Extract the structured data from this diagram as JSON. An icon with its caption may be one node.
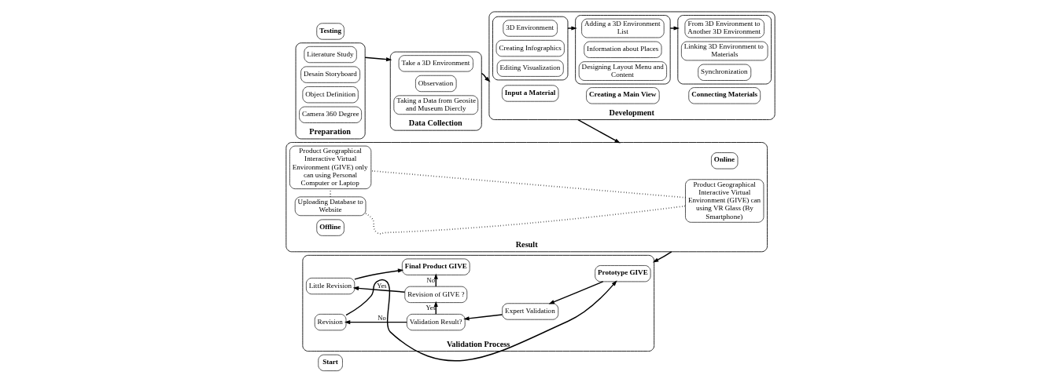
{
  "diagram": {
    "nodes": [
      {
        "text": [
          "Start"
        ]
      },
      {
        "text": [
          "Preparation"
        ]
      },
      {
        "text": [
          "Literature Study"
        ],
        "in": 1
      },
      {
        "text": [
          "Desain Storyboard"
        ],
        "in": 1
      },
      {
        "text": [
          "Object Definition"
        ],
        "in": 1
      },
      {
        "text": [
          "Camera 360 Degree"
        ],
        "in": 1
      },
      {
        "text": [
          "Data Collection"
        ]
      },
      {
        "text": [
          "Take a 3D Environment"
        ],
        "in": 6
      },
      {
        "text": [
          "Observation"
        ],
        "in": 6
      },
      {
        "text": [
          "Taking a Data from Geosite and Museum Diercly"
        ],
        "in": 6
      },
      {
        "text": [
          "Development"
        ]
      },
      {
        "text": [
          "Input a Material"
        ],
        "in": 10
      },
      {
        "text": [],
        "shape": "box",
        "in": 10
      },
      {
        "text": [
          "3D Environment"
        ],
        "in": 12
      },
      {
        "text": [
          "Creating Infographics"
        ],
        "in": 12
      },
      {
        "text": [
          "Editing Visualization"
        ],
        "in": 12
      },
      {
        "text": [
          "Creating a Main View"
        ],
        "in": 10
      },
      {
        "text": [],
        "shape": "box",
        "in": 10
      },
      {
        "text": [
          "Adding a 3D Environment List"
        ],
        "in": 17
      },
      {
        "text": [
          "Information about Places"
        ],
        "in": 17
      },
      {
        "text": [
          "Designing Layout Menu and Content"
        ],
        "in": 17
      },
      {
        "text": [
          "Connecting Materials"
        ],
        "in": 10
      },
      {
        "text": [],
        "shape": "box",
        "in": 10
      },
      {
        "text": [
          "From 3D Environment to Another 3D Environment"
        ],
        "in": 22
      },
      {
        "text": [
          "Linking 3D Environment to Materials"
        ],
        "in": 22
      },
      {
        "text": [
          "Synchronization"
        ],
        "in": 22
      },
      {
        "text": [
          "Testing"
        ]
      },
      {
        "text": [
          "Result"
        ]
      },
      {
        "text": [
          "Product Geographical Interactive Virtual Environment (GIVE) can using VR Glass (By Smartphone)"
        ],
        "in": 27
      },
      {
        "text": [
          "Product Geographical Interactive Virtual Environment (GIVE) only can using Personal Computer or Laptop"
        ],
        "in": 27
      },
      {
        "text": [
          "Online"
        ],
        "in": 27
      },
      {
        "text": [
          "Uploading Database to Website"
        ],
        "in": 27
      },
      {
        "text": [
          "Offline"
        ],
        "in": 27
      },
      {
        "text": [
          "Validation Process"
        ]
      },
      {
        "text": [
          "Prototype GIVE"
        ],
        "in": 33
      },
      {
        "text": [
          "Expert Validation"
        ],
        "in": 33
      },
      {
        "text": [
          "Validation Result?"
        ],
        "in": 33
      },
      {
        "text": [
          "Revision"
        ],
        "in": 33
      },
      {
        "text": [
          "Revision of GIVE ?"
        ],
        "in": 33
      },
      {
        "text": [
          "Little Revision"
        ],
        "in": 33
      },
      {
        "text": [
          "Final Product GIVE"
        ],
        "in": 33
      }
    ],
    "edges": [
      {
        "from": 1,
        "to": 6,
        "arrow": "to"
      },
      {
        "from": 6,
        "to": 10,
        "arrow": "to"
      },
      {
        "from": 12,
        "to": 17,
        "arrow": "to"
      },
      {
        "from": 17,
        "to": 22,
        "arrow": "to"
      },
      {
        "from": 10,
        "to": 27,
        "arrow": "to"
      },
      {
        "from": 28,
        "to": 29,
        "arrow": "none",
        "style": "dashed"
      },
      {
        "from": 31,
        "to": 28,
        "arrow": "none",
        "style": "dashed"
      },
      {
        "from": 31,
        "to": 29,
        "arrow": "none",
        "style": "dashed"
      },
      {
        "from": 27,
        "to": 33,
        "arrow": "to"
      },
      {
        "from": 34,
        "to": 35,
        "arrow": "to"
      },
      {
        "from": 35,
        "to": 36,
        "arrow": "to"
      },
      {
        "from": 36,
        "to": 37,
        "arrow": "to",
        "label": "No"
      },
      {
        "from": 36,
        "to": 38,
        "arrow": "to",
        "label": "Yes"
      },
      {
        "from": 38,
        "to": 39,
        "arrow": "to",
        "label": "Yes"
      },
      {
        "from": 38,
        "to": 40,
        "arrow": "to",
        "label": "No"
      },
      {
        "from": 39,
        "to": 40,
        "arrow": "to"
      },
      {
        "from": 37,
        "to": 34,
        "arrow": "to"
      }
    ]
  }
}
